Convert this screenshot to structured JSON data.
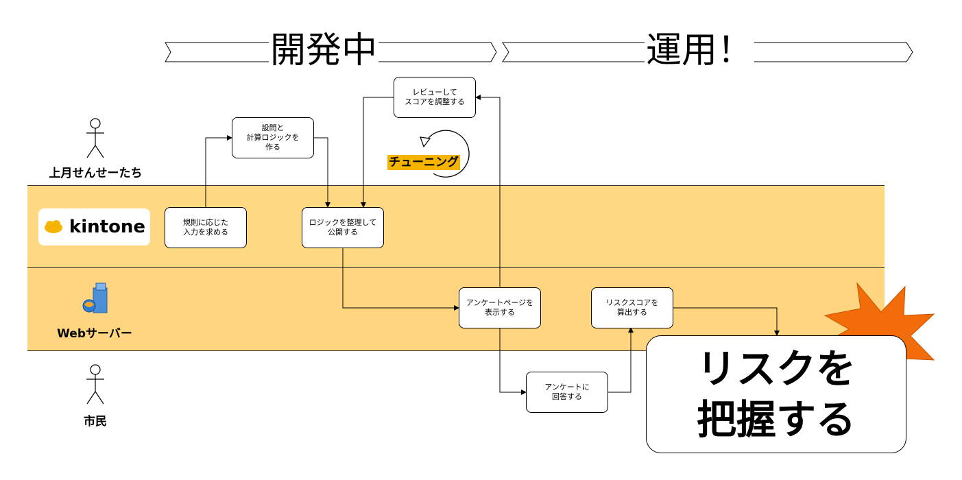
{
  "phases": {
    "dev": "開発中",
    "ops": "運用！"
  },
  "actors": {
    "teachers": "上月せんせーたち",
    "citizens": "市民"
  },
  "lanes": {
    "kintone": "kintone",
    "webserver": "Webサーバー"
  },
  "steps": {
    "design": "設問と\n計算ロジックを\n作る",
    "review": "レビューして\nスコアを調整する",
    "input": "規則に応じた\n入力を求める",
    "publish": "ロジックを整理して\n公開する",
    "show_survey": "アンケートページを\n表示する",
    "calc_score": "リスクスコアを\n算出する",
    "answer": "アンケートに\n回答する"
  },
  "tuning_label": "チューニング",
  "result": {
    "line1": "リスクを",
    "line2": "把握する"
  },
  "colors": {
    "kintone_lane": "#ffd982",
    "webserver_lane": "#ffd57f",
    "highlight": "#f5b400",
    "burst": "#f26c0a"
  }
}
